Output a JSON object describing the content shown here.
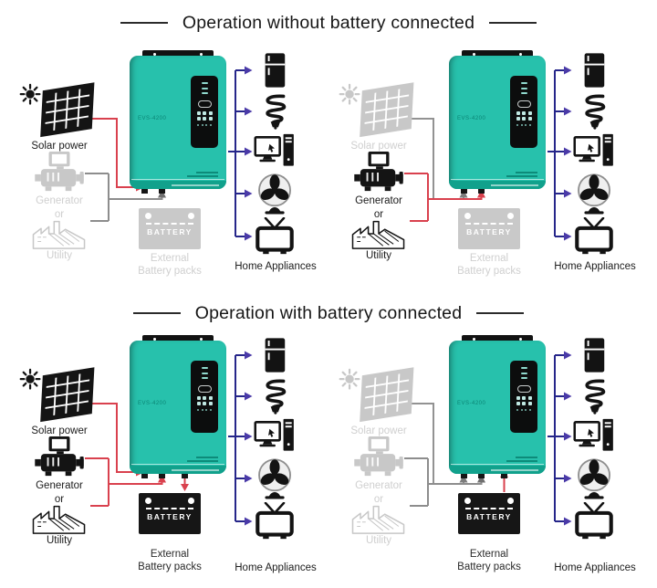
{
  "titles": {
    "without_battery": "Operation without battery connected",
    "with_battery": "Operation with battery connected"
  },
  "labels": {
    "solar_power": "Solar power",
    "generator": "Generator",
    "or": "or",
    "utility": "Utility",
    "battery": "BATTERY",
    "external_line1": "External",
    "external_line2": "Battery packs",
    "home_appliances": "Home Appliances"
  },
  "inverter": {
    "model_text": "EVS-4200"
  },
  "appliances": [
    "refrigerator",
    "cfl-bulb",
    "computer",
    "fan",
    "television"
  ],
  "colors": {
    "active_flow_red": "#d9414e",
    "inactive_flow_gray": "#929292",
    "appliance_flow_blue": "#26268a",
    "inverter_teal": "#27c1ac",
    "inverter_strip_teal": "#11a18c",
    "inactive_icon_gray": "#c8c8c8",
    "active_icon_black": "#131313",
    "battery_active": "#161616",
    "battery_inactive": "#c9c9c9"
  },
  "quadrants": [
    {
      "position": "top-left",
      "solar_active": true,
      "grid_generator_active": false,
      "battery_connected": false
    },
    {
      "position": "top-right",
      "solar_active": false,
      "grid_generator_active": true,
      "battery_connected": false
    },
    {
      "position": "bottom-left",
      "solar_active": true,
      "grid_generator_active": true,
      "battery_connected": true,
      "battery_flow": "charging"
    },
    {
      "position": "bottom-right",
      "solar_active": false,
      "grid_generator_active": false,
      "battery_connected": true,
      "battery_flow": "discharging"
    }
  ]
}
